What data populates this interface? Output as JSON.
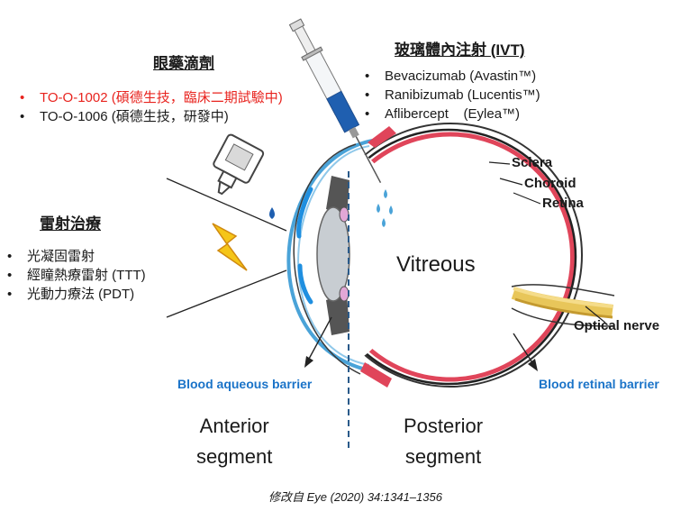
{
  "eye_drops": {
    "title": "眼藥滴劑",
    "items": [
      {
        "text": "TO-O-1002 (碩德生技，臨床二期試驗中)",
        "highlight": true
      },
      {
        "text": "TO-O-1006 (碩德生技，研發中)",
        "highlight": false
      }
    ]
  },
  "ivt": {
    "title": "玻璃體內注射 (IVT)",
    "items": [
      {
        "text": "Bevacizumab (Avastin™)"
      },
      {
        "text": "Ranibizumab (Lucentis™)"
      },
      {
        "text": "Aflibercept    (Eylea™)"
      }
    ]
  },
  "laser": {
    "title": "雷射治療",
    "items": [
      {
        "text": "光凝固雷射"
      },
      {
        "text": "經瞳熱療雷射 (TTT)"
      },
      {
        "text": "光動力療法 (PDT)"
      }
    ]
  },
  "eye_labels": {
    "sclera": "Sclera",
    "choroid": "Choroid",
    "retina": "Retina",
    "vitreous": "Vitreous",
    "optical_nerve": "Optical nerve",
    "blood_aqueous_barrier": "Blood aqueous barrier",
    "blood_retinal_barrier": "Blood retinal barrier",
    "anterior_segment": "Anterior\nsegment",
    "posterior_segment": "Posterior\nsegment"
  },
  "citation": "修改自 Eye (2020) 34:1341–1356",
  "colors": {
    "highlight_red": "#e8231e",
    "barrier_blue": "#1a73c8",
    "retina_red": "#e0455a",
    "cornea_blue": "#4aa3d8",
    "lens_gray": "#c8cdd2",
    "nerve_yellow": "#e8c65a"
  }
}
